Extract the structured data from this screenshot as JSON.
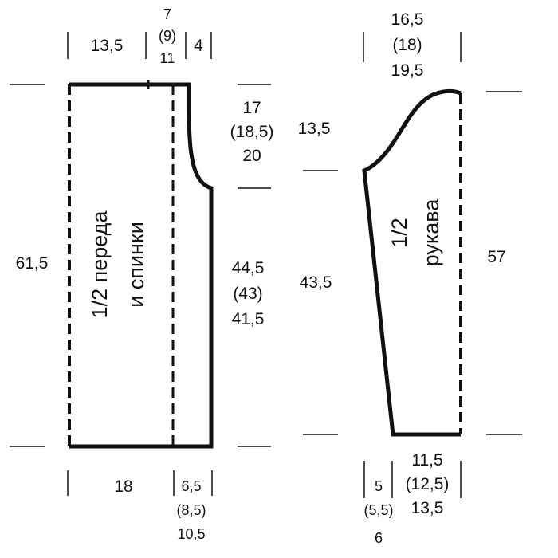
{
  "colors": {
    "ink": "#111111",
    "background": "#ffffff"
  },
  "body_piece": {
    "label_line1": "1/2 переда",
    "label_line2": "и спинки",
    "top_width": "13,5",
    "neck_1": "7",
    "neck_2": "(9)",
    "neck_3": "11",
    "shoulder": "4",
    "height": "61,5",
    "armhole_1": "17",
    "armhole_2": "(18,5)",
    "armhole_3": "20",
    "side_1": "44,5",
    "side_2": "(43)",
    "side_3": "41,5",
    "bottom_width": "18",
    "extra_1": "6,5",
    "extra_2": "(8,5)",
    "extra_3": "10,5"
  },
  "sleeve_piece": {
    "label_line1": "1/2",
    "label_line2": "рукава",
    "top_1": "16,5",
    "top_2": "(18)",
    "top_3": "19,5",
    "cap_height": "13,5",
    "lower_height": "43,5",
    "total_height": "57",
    "cuff_1": "11,5",
    "cuff_2": "(12,5)",
    "cuff_3": "13,5",
    "small_1": "5",
    "small_2": "(5,5)",
    "small_3": "6"
  }
}
